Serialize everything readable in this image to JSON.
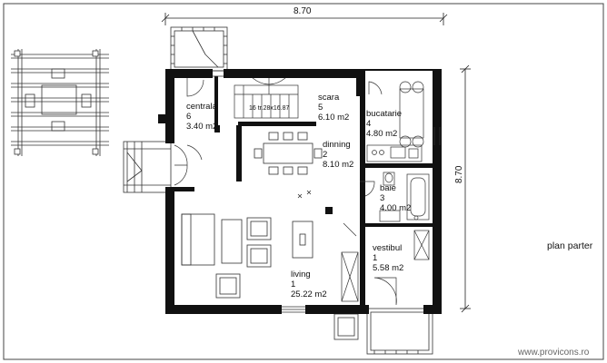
{
  "dimensions": {
    "width_label": "8.70",
    "height_label": "8.70"
  },
  "rooms": [
    {
      "name": "centrala",
      "number": "6",
      "area": "3.40 m2"
    },
    {
      "name": "scara",
      "number": "5",
      "area": "6.10 m2"
    },
    {
      "name": "bucatarie",
      "number": "4",
      "area": "4.80 m2"
    },
    {
      "name": "dinning",
      "number": "2",
      "area": "8.10 m2"
    },
    {
      "name": "baie",
      "number": "3",
      "area": "4.00 m2"
    },
    {
      "name": "vestibul",
      "number": "1",
      "area": "5.58 m2"
    },
    {
      "name": "living",
      "number": "1",
      "area": "25.22 m2"
    }
  ],
  "stair_note": "16 tr.28x16.87",
  "plan_title": "plan parter",
  "website": "www.provicons.ro",
  "colors": {
    "wall": "#111111",
    "line": "#222222",
    "watermark": "#666666"
  }
}
